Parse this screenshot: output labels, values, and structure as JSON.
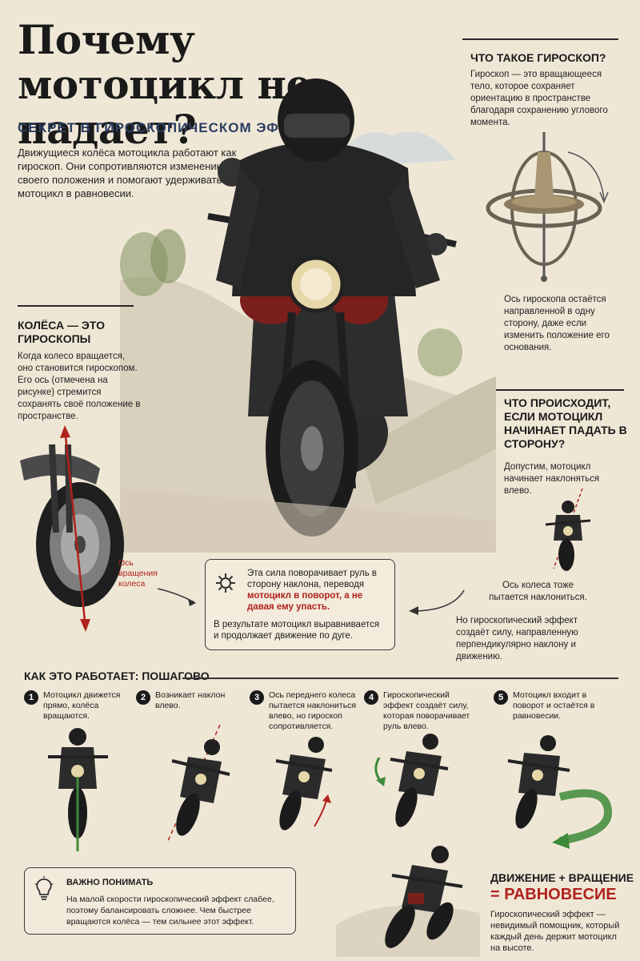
{
  "header": {
    "title": "Почему мотоцикл не падает?",
    "subtitle": "СЕКРЕТ В ГИРОСКОПИЧЕСКОМ ЭФФЕКТЕ",
    "intro": "Движущиеся колёса мотоцикла работают как гироскоп. Они сопротивляются изменению своего положения и помогают удерживать мотоцикл в равновесии."
  },
  "gyro": {
    "heading": "ЧТО ТАКОЕ ГИРОСКОП?",
    "text": "Гироскоп — это вращающееся тело, которое сохраняет ориентацию в пространстве благодаря сохранению углового момента.",
    "caption": "Ось гироскопа остаётся направленной в одну сторону, даже если изменить положение его основания."
  },
  "wheels": {
    "heading": "КОЛЁСА — ЭТО ГИРОСКОПЫ",
    "text": "Когда колесо вращается, оно становится гироскопом. Его ось (отмечена на рисунке) стремится сохранять своё положение в пространстве.",
    "axis_label": "Ось вращения колеса"
  },
  "lean": {
    "heading": "ЧТО ПРОИСХОДИТ, ЕСЛИ МОТОЦИКЛ НАЧИНАЕТ ПАДАТЬ В СТОРОНУ?",
    "text": "Допустим, мотоцикл начинает наклоняться влево.",
    "axis_note": "Ось колеса тоже пытается наклониться.",
    "force_note": "Но гироскопический эффект создаёт силу, направленную перпендикулярно наклону и движению."
  },
  "force_card": {
    "line1": "Эта сила поворачивает руль в сторону наклона, переводя",
    "line1_red": "мотоцикл в поворот, а не давая ему упасть.",
    "line2": "В результате мотоцикл выравнивается и продолжает движение по дуге."
  },
  "steps": {
    "heading": "КАК ЭТО РАБОТАЕТ: ПОШАГОВО",
    "items": [
      {
        "num": "1",
        "text": "Мотоцикл движется прямо, колёса вращаются."
      },
      {
        "num": "2",
        "text": "Возникает наклон влево."
      },
      {
        "num": "3",
        "text": "Ось переднего колеса пытается наклониться влево, но гироскоп сопротивляется."
      },
      {
        "num": "4",
        "text": "Гироскопический эффект создаёт силу, которая поворачивает руль влево."
      },
      {
        "num": "5",
        "text": "Мотоцикл входит в поворот и остаётся в равновесии."
      }
    ]
  },
  "important": {
    "heading": "ВАЖНО ПОНИМАТЬ",
    "text": "На малой скорости гироскопический эффект слабее, поэтому балансировать сложнее. Чем быстрее вращаются колёса — тем сильнее этот эффект."
  },
  "equation": {
    "label": "ДВИЖЕНИЕ + ВРАЩЕНИЕ",
    "result": "= РАВНОВЕСИЕ",
    "text": "Гироскопический эффект — невидимый помощник, который каждый день держит мотоцикл на высоте."
  },
  "colors": {
    "accent_red": "#b0221d",
    "navy": "#2a3d63",
    "paper": "#efe7d6"
  }
}
